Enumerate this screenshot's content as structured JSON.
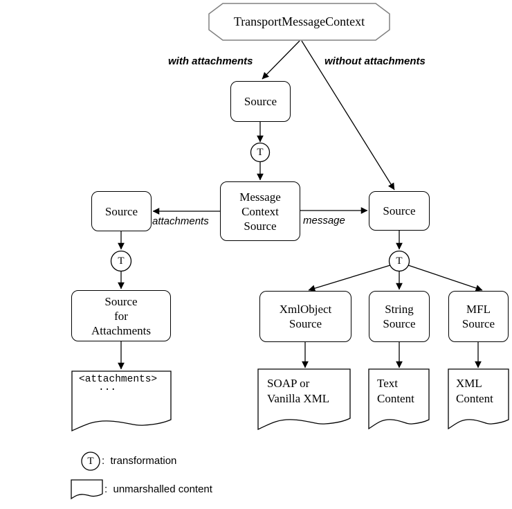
{
  "root": {
    "label": "TransportMessageContext"
  },
  "branches": {
    "with": "with attachments",
    "without": "without attachments"
  },
  "t_symbol": "T",
  "nodes": {
    "source_top": {
      "label": "Source"
    },
    "source_left": {
      "label": "Source"
    },
    "source_right": {
      "label": "Source"
    },
    "message_context_source": {
      "line1": "Message",
      "line2": "Context",
      "line3": "Source"
    },
    "source_for_attachments": {
      "line1": "Source",
      "line2": "for",
      "line3": "Attachments"
    },
    "xmlobject_source": {
      "line1": "XmlObject",
      "line2": "Source"
    },
    "string_source": {
      "line1": "String",
      "line2": "Source"
    },
    "mfl_source": {
      "line1": "MFL",
      "line2": "Source"
    }
  },
  "edges": {
    "attachments_label": "attachments",
    "message_label": "message"
  },
  "documents": {
    "attachments": {
      "line1": "<attachments>",
      "line2": "..."
    },
    "soap": {
      "line1": "SOAP or",
      "line2": "Vanilla XML"
    },
    "text": {
      "line1": "Text",
      "line2": "Content"
    },
    "xml": {
      "line1": "XML",
      "line2": "Content"
    }
  },
  "legend": {
    "t_symbol": "T",
    "transformation_label": ":  transformation",
    "unmarshalled_label": ":  unmarshalled content"
  },
  "colors": {
    "line": "#000000",
    "octagon_border": "#808080",
    "background": "#ffffff"
  }
}
